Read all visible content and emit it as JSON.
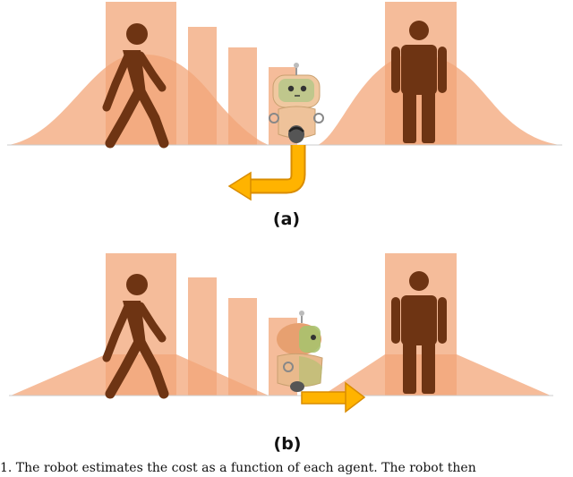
{
  "panels": [
    {
      "label": "(a)"
    },
    {
      "label": "(b)"
    }
  ],
  "caption": "1. The robot estimates the cost as a function of each agent. The robot then",
  "colors": {
    "cost_fill": "#f4b088",
    "person": "#6e3413",
    "arrow": "#ffb300",
    "arrow_stroke": "#d98c00",
    "baseline": "#999999"
  },
  "icons": {
    "walking_person": "walking-person-icon",
    "standing_person": "standing-person-icon",
    "robot": "robot-icon",
    "arrow": "arrow-icon"
  }
}
